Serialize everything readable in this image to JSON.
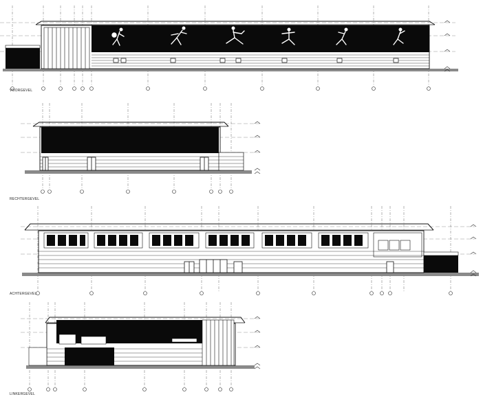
{
  "drawing": {
    "elevations": [
      {
        "id": "voorgevel",
        "label": "VOORGEVEL"
      },
      {
        "id": "rechtergevel",
        "label": "RECHTERGEVEL"
      },
      {
        "id": "achtergevel",
        "label": "ACHTERGEVEL"
      },
      {
        "id": "linkergevel",
        "label": "LINKERGEVEL"
      }
    ],
    "colors": {
      "line": "#1a1a1a",
      "fill_dark": "#0a0a0a",
      "ground": "#8a8a8a",
      "axis": "#555555"
    }
  }
}
